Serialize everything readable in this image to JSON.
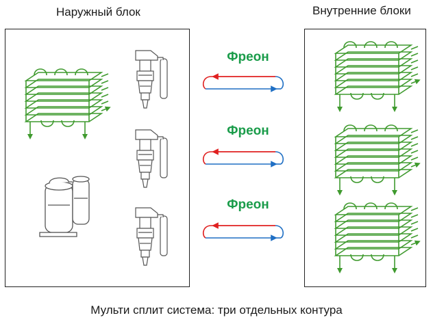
{
  "titles": {
    "outdoor": "Наружный блок",
    "indoor": "Внутренние блоки"
  },
  "caption": "Мульти сплит система: три отдельных контура",
  "freon": [
    "Фреон",
    "Фреон",
    "Фреон"
  ],
  "colors": {
    "coil": "#3f9a2e",
    "freon_text": "#1a9c4a",
    "arrow_red": "#e02020",
    "arrow_blue": "#1f6fc4",
    "drawing": "#555555"
  }
}
